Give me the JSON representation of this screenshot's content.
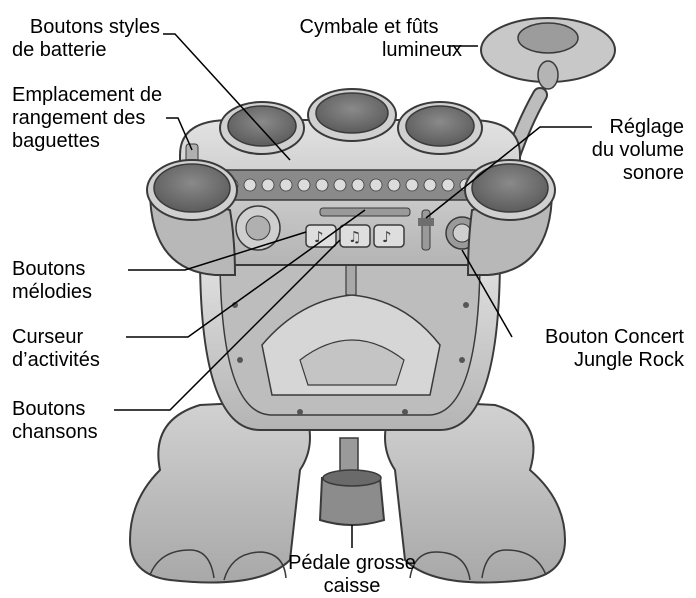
{
  "labels": {
    "boutons_styles": [
      "Boutons styles",
      "de batterie"
    ],
    "cymbale": [
      "Cymbale et fûts",
      "lumineux"
    ],
    "emplacement": [
      "Emplacement de",
      "rangement des",
      "baguettes"
    ],
    "reglage": [
      "Réglage",
      "du volume",
      "sonore"
    ],
    "melodies": [
      "Boutons",
      "mélodies"
    ],
    "curseur": [
      "Curseur",
      "d’activités"
    ],
    "concert": [
      "Bouton Concert",
      "Jungle Rock"
    ],
    "chansons": [
      "Boutons",
      "chansons"
    ],
    "pedale": [
      "Pédale grosse",
      "caisse"
    ]
  },
  "colors": {
    "body": "#cfcfcf",
    "body_dark": "#9a9a9a",
    "drum_head": "#6e6e6e",
    "outline": "#3a3a3a",
    "leader_line": "#000000"
  }
}
